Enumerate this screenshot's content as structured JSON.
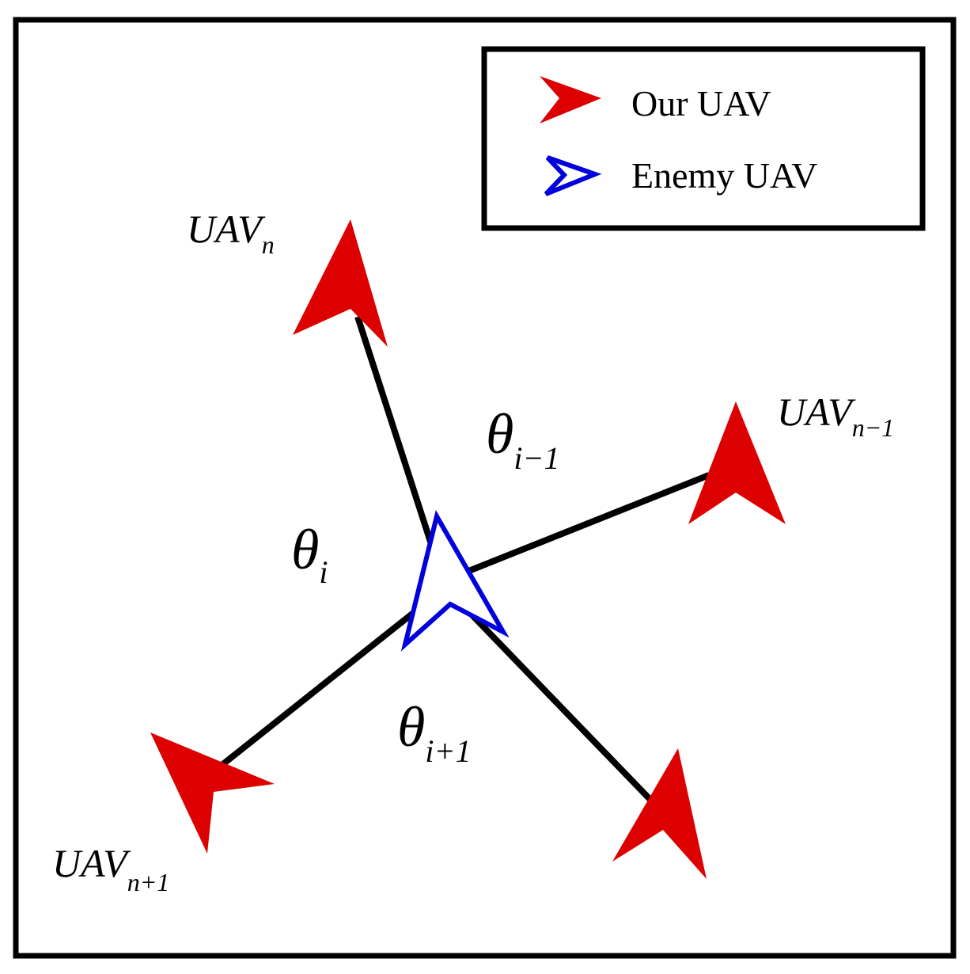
{
  "legend": {
    "our_label": "Our UAV",
    "enemy_label": "Enemy UAV"
  },
  "colors": {
    "our": "#dd0000",
    "enemy": "#0000dd",
    "line": "#000000"
  },
  "uav_labels": {
    "n": {
      "base": "UAV",
      "sub": "n"
    },
    "n_minus_1": {
      "base": "UAV",
      "sub": "n−1"
    },
    "n_plus_1": {
      "base": "UAV",
      "sub": "n+1"
    }
  },
  "angles": {
    "i": {
      "main": "θ",
      "sub_var": "i",
      "sub_rest": ""
    },
    "i_minus_1": {
      "main": "θ",
      "sub_var": "i",
      "sub_rest": "−1"
    },
    "i_plus_1": {
      "main": "θ",
      "sub_var": "i",
      "sub_rest": "+1"
    }
  },
  "icons": {
    "our": "red-arrowhead-icon",
    "enemy": "blue-outline-arrowhead-icon"
  }
}
